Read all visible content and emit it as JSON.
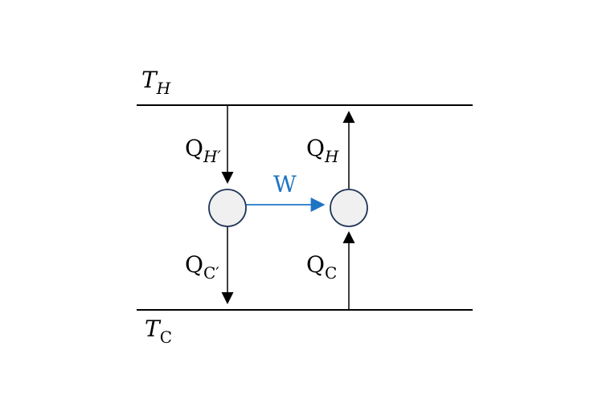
{
  "reservoirs": {
    "hot": {
      "symbol": "T",
      "subscript": "H"
    },
    "cold": {
      "symbol": "T",
      "subscript": "C"
    }
  },
  "flows": {
    "q_h_prime": {
      "symbol": "Q",
      "subscript": "H′"
    },
    "q_c_prime": {
      "symbol": "Q",
      "subscript": "C′"
    },
    "q_h": {
      "symbol": "Q",
      "subscript": "H"
    },
    "q_c": {
      "symbol": "Q",
      "subscript": "C"
    },
    "work": {
      "label": "W"
    }
  },
  "colors": {
    "line": "#000000",
    "work_arrow": "#1f74c4",
    "engine_fill": "#f0f0f0",
    "engine_stroke": "#1f3556"
  }
}
